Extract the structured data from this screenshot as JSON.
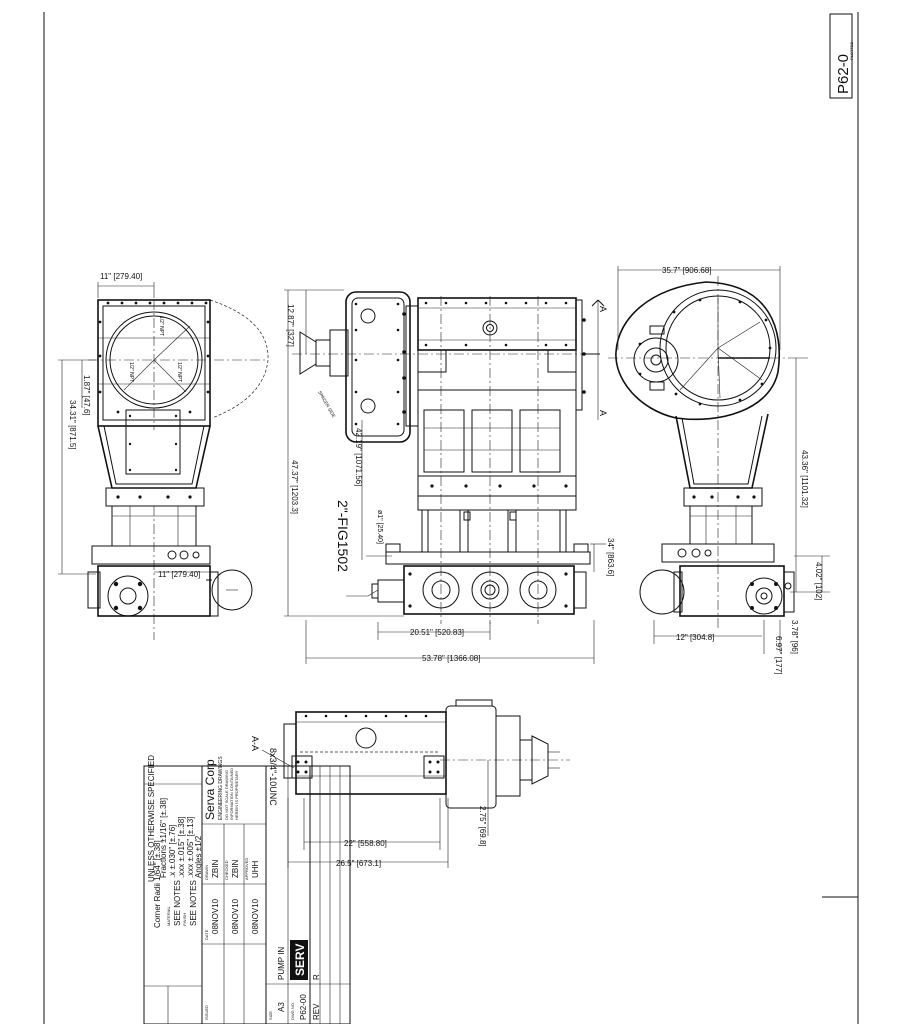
{
  "sheet": {
    "drawing_no_top": "P62-0",
    "plotted_note": "PLOTTED"
  },
  "views": {
    "left": {
      "width_top": "11\" [279.40]",
      "d1": "1/2\" NPT",
      "d2": "1/2\" NPT",
      "d3": "1/2\" NPT",
      "d_left_outer": "34.31\" [871.5]",
      "d_left_inner": "1.87\" [47.6]",
      "width_bottom": "11\" [279.40]"
    },
    "front": {
      "h_upper": "12.87\" [327]",
      "h_total": "47.37\" [1203.3]",
      "h_mid": "42.19\" [1071.56]",
      "nozzle_dia": "ø1\" [25.40]",
      "suction_label": "2\"-FIG1502",
      "spacer_note": "SPACER SIDE",
      "section_a_top": "A",
      "section_a_bot": "A",
      "h_right": "34\" [863.6]",
      "w_inner": "20.51\" [520.83]",
      "w_total": "53.78\" [1366.08]"
    },
    "right": {
      "w_top": "35.7\" [906.68]",
      "h_main": "43.36\" [1101.32]",
      "h_small": "4.02\" [102]",
      "w_bottom": "12\" [304.8]",
      "d_a": "3.78\" [96]",
      "d_b": "6.97\" [177]"
    },
    "section": {
      "label": "A-A",
      "bolts": "8x3/4\"-10UNC",
      "w_inner": "22\" [558.80]",
      "w_outer": "26.5\" [673.1]",
      "h_right": "2.75\" [69.8]"
    }
  },
  "title_block": {
    "tolerances": {
      "header": "UNLESS OTHERWISE SPECIFIED",
      "fractions": "Fractions ±1/16\" [±.38]",
      "x": ".x          ±.030\" [±.76]",
      "xx": ".xxx        ±.015\" [±.38]",
      "xxx": ".xxx        ±.005\" [±.13]",
      "angles": "Angles     ±1/2",
      "radii": "Corner Radii  1/64\" [±.38]",
      "material_label": "MATERIAL",
      "material": "SEE NOTES",
      "finish_label": "FINISH",
      "finish": "SEE NOTES"
    },
    "company": "Serva Corp",
    "company_sub": "ENGINEERING DRAWINGS",
    "confidential": [
      "DO NOT SCALE DRAWING",
      "INFORMATION CONTAINED",
      "HEREIN IS PROPRIETARY"
    ],
    "drawn_label": "DRAWN",
    "drawn_by": "ZBIN",
    "checked_label": "CHECKED",
    "checked_by": "ZBIN",
    "approved_label": "APPROVED",
    "approved_by": "UHH",
    "issued_label": "ISSUED",
    "date_label": "DATE",
    "date_drawn": "08NOV10",
    "date_checked": "08NOV10",
    "date_approved": "08NOV10",
    "size_label": "SIZE",
    "size": "A3",
    "logo_text": "SERV",
    "title": "PUMP IN",
    "dwg_label": "DWG NO.",
    "dwg_no": "P62-00",
    "rev_label": "REV",
    "rev_col2": "R"
  }
}
